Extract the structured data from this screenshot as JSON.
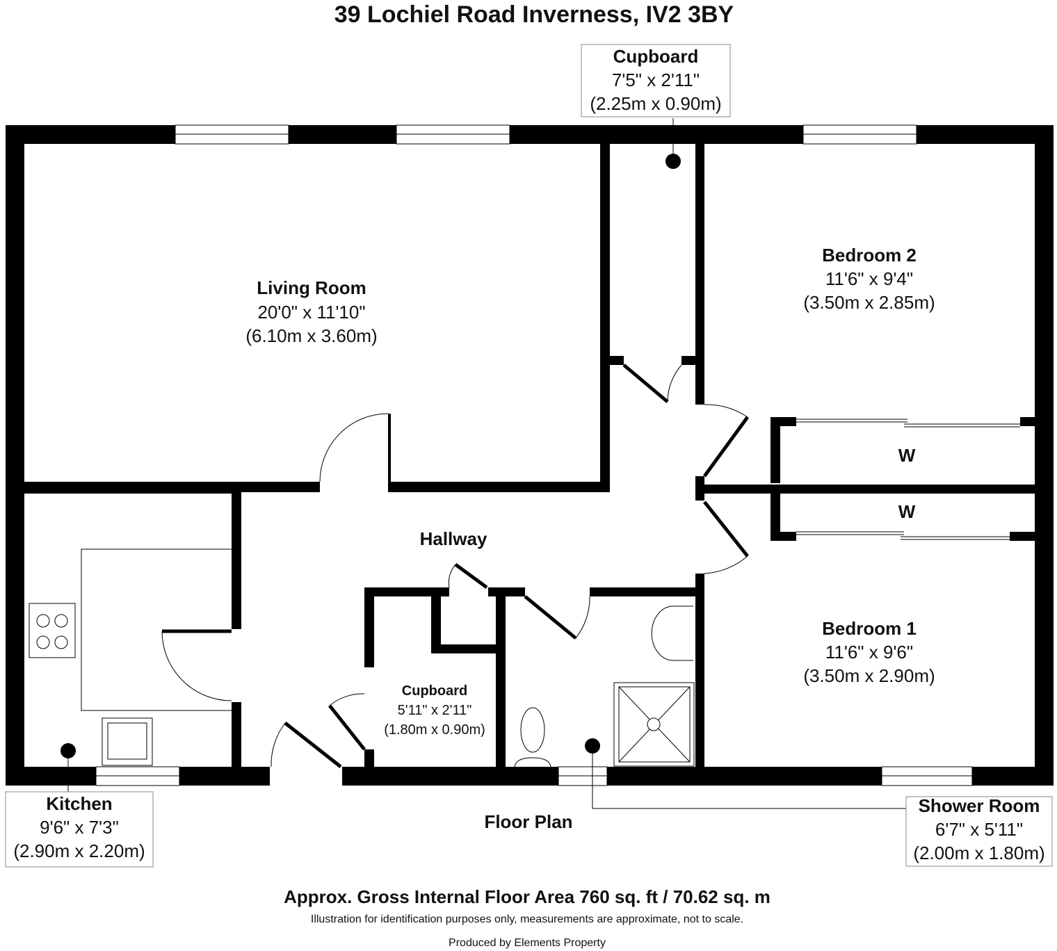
{
  "title": "39 Lochiel Road Inverness, IV2 3BY",
  "rooms": {
    "living": {
      "name": "Living Room",
      "imperial": "20'0\" x 11'10\"",
      "metric": "(6.10m x 3.60m)"
    },
    "cupboard_top": {
      "name": "Cupboard",
      "imperial": "7'5\" x 2'11\"",
      "metric": "(2.25m x 0.90m)"
    },
    "bedroom2": {
      "name": "Bedroom 2",
      "imperial": "11'6\" x 9'4\"",
      "metric": "(3.50m x 2.85m)"
    },
    "wardrobe": "W",
    "hallway": {
      "name": "Hallway"
    },
    "bedroom1": {
      "name": "Bedroom 1",
      "imperial": "11'6\" x 9'6\"",
      "metric": "(3.50m x 2.90m)"
    },
    "cupboard_low": {
      "name": "Cupboard",
      "imperial": "5'11\" x 2'11\"",
      "metric": "(1.80m x 0.90m)"
    },
    "kitchen": {
      "name": "Kitchen",
      "imperial": "9'6\" x 7'3\"",
      "metric": "(2.90m x 2.20m)"
    },
    "shower": {
      "name": "Shower Room",
      "imperial": "6'7\" x 5'11\"",
      "metric": "(2.00m x 1.80m)"
    }
  },
  "floor_label": "Floor Plan",
  "area": "Approx. Gross Internal Floor Area 760 sq. ft / 70.62 sq. m",
  "disclaimer": "Illustration for identification purposes only, measurements are approximate, not to scale.",
  "producer": "Produced by Elements Property"
}
